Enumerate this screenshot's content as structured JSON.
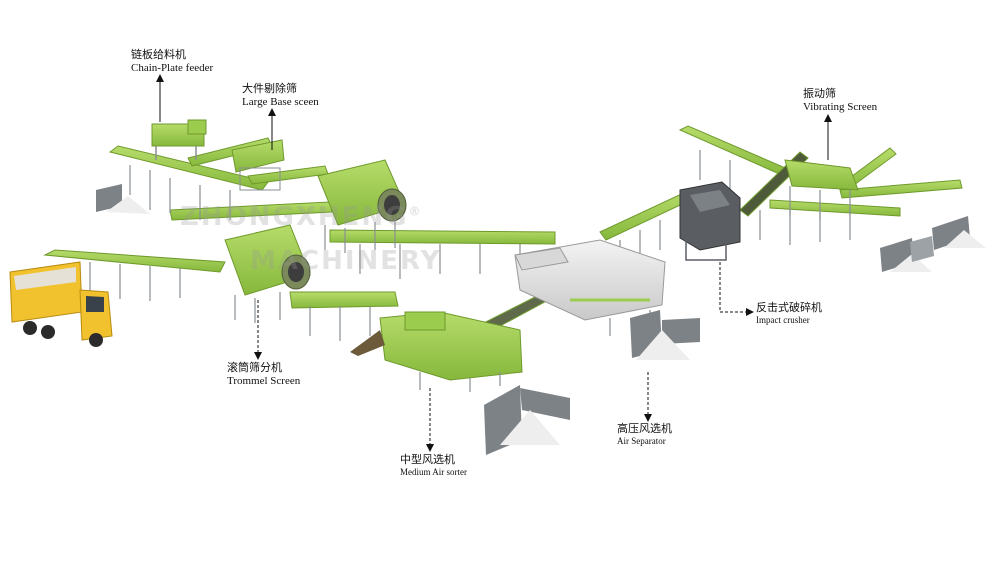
{
  "watermark": {
    "line1": "ZHONGXHENG",
    "line2": "MACHINERY",
    "mark": "®"
  },
  "labels": {
    "chain_plate_feeder": {
      "zh": "链板给料机",
      "en": "Chain-Plate feeder"
    },
    "large_base_screen": {
      "zh": "大件剔除筛",
      "en": "Large Base sceen"
    },
    "vibrating_screen": {
      "zh": "振动筛",
      "en": "Vibrating Screen"
    },
    "impact_crusher": {
      "zh": "反击式破碎机",
      "en": "Impact crusher"
    },
    "trommel_screen": {
      "zh": "滚筒筛分机",
      "en": "Trommel Screen"
    },
    "air_separator": {
      "zh": "高压风选机",
      "en": "Air Separator"
    },
    "medium_air_sorter": {
      "zh": "中型风选机",
      "en": "Medium Air sorter"
    }
  },
  "colors": {
    "machine_green": "#9ccc4e",
    "machine_green_dark": "#6f9a2c",
    "frame_grey": "#8a8f94",
    "truck_yellow": "#f2c12e",
    "bin_grey": "#7d8287",
    "pile_white": "#eeeeee"
  }
}
